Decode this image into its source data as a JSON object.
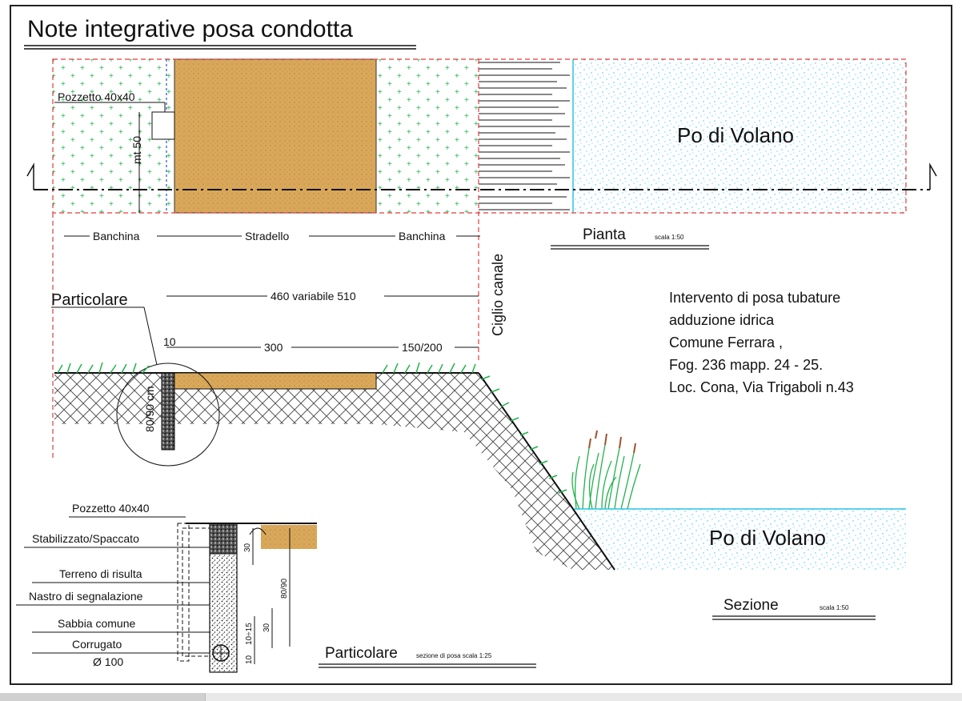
{
  "title": "Note integrative posa condotta",
  "plan": {
    "label_pozzetto": "Pozzetto 40x40",
    "label_mt50": "mt 50",
    "label_banchina_left": "Banchina",
    "label_stradello": "Stradello",
    "label_banchina_right": "Banchina",
    "label_river": "Po di Volano",
    "caption": "Pianta",
    "caption_scale": "scala 1:50"
  },
  "section": {
    "label_ciglio": "Ciglio canale",
    "label_particolare": "Particolare",
    "dim_total": "460 variabile 510",
    "dim_10": "10",
    "dim_300": "300",
    "dim_150_200": "150/200",
    "dim_depth": "80/90 cm",
    "label_river": "Po di Volano",
    "caption": "Sezione",
    "caption_scale": "scala 1:50"
  },
  "notes": {
    "line1": "Intervento di posa tubature",
    "line2": "adduzione idrica",
    "line3": "Comune Ferrara ,",
    "line4": "Fog. 236 mapp. 24 - 25.",
    "line5": "Loc. Cona, Via Trigaboli n.43"
  },
  "detail": {
    "label_pozzetto": "Pozzetto 40x40",
    "label_stabilizzato": "Stabilizzato/Spaccato",
    "label_terreno": "Terreno di risulta",
    "label_nastro": "Nastro di segnalazione",
    "label_sabbia": "Sabbia comune",
    "label_corrugato": "Corrugato",
    "label_diam": "Ø 100",
    "dim_30a": "30",
    "dim_80_90": "80/90",
    "dim_30b": "30",
    "dim_10_15": "10÷15",
    "dim_10": "10",
    "caption": "Particolare",
    "caption_scale": "sezione di posa scala 1:25"
  },
  "colors": {
    "grass_green": "#22b24c",
    "road_tan": "#d9a85a",
    "water_cyan": "#29c4e6",
    "dash_red": "#e23b3b"
  }
}
